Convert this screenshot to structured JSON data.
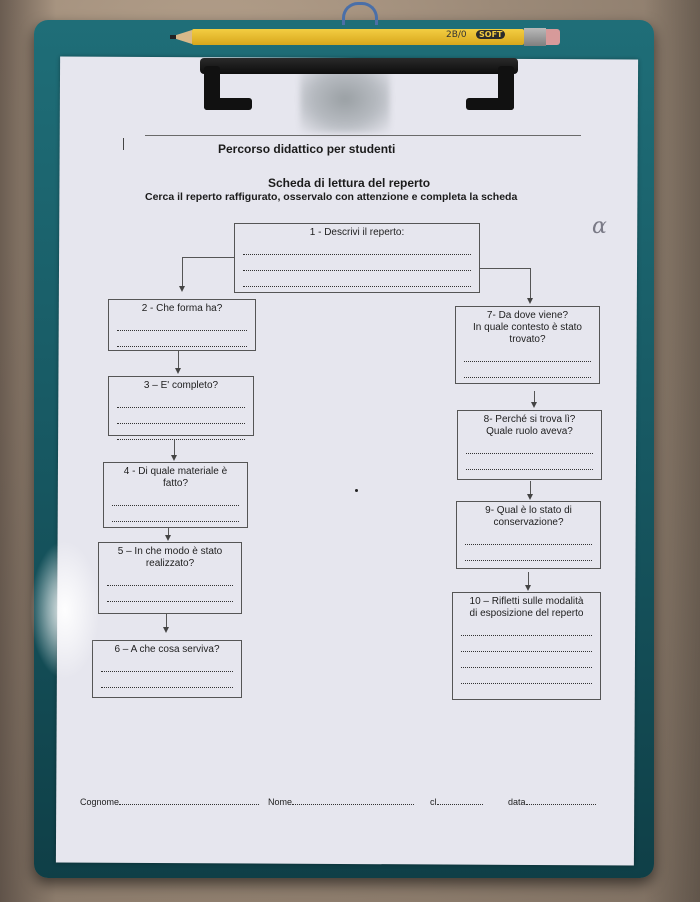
{
  "pencil": {
    "grade": "2B/0",
    "label": "SOFT"
  },
  "worksheet": {
    "course": "Percorso didattico per studenti",
    "title": "Scheda di lettura del reperto",
    "instruction": "Cerca il reperto raffigurato, osservalo con attenzione e completa la scheda",
    "questions": [
      {
        "id": "q1",
        "lines": [
          "1 - Descrivi il reperto:"
        ]
      },
      {
        "id": "q2",
        "lines": [
          "2 - Che forma ha?"
        ]
      },
      {
        "id": "q3",
        "lines": [
          "3 – E' completo?"
        ]
      },
      {
        "id": "q4",
        "lines": [
          "4 - Di quale materiale è",
          "fatto?"
        ]
      },
      {
        "id": "q5",
        "lines": [
          "5 – In che modo è stato",
          "realizzato?"
        ]
      },
      {
        "id": "q6",
        "lines": [
          "6 – A che cosa serviva?"
        ]
      },
      {
        "id": "q7",
        "lines": [
          "7- Da dove viene?",
          "In quale contesto è stato",
          "trovato?"
        ]
      },
      {
        "id": "q8",
        "lines": [
          "8- Perché si trova lì?",
          "Quale ruolo aveva?"
        ]
      },
      {
        "id": "q9",
        "lines": [
          "9- Qual è lo stato di",
          "conservazione?"
        ]
      },
      {
        "id": "q10",
        "lines": [
          "10 – Rifletti sulle modalità",
          "di esposizione del reperto"
        ]
      }
    ],
    "footer": {
      "surname_label": "Cognome",
      "name_label": "Nome",
      "class_label": "cl",
      "date_label": "data"
    }
  },
  "colors": {
    "clipboard": "#1a606a",
    "paper": "#e6e6ee",
    "pencil": "#f0c636"
  }
}
